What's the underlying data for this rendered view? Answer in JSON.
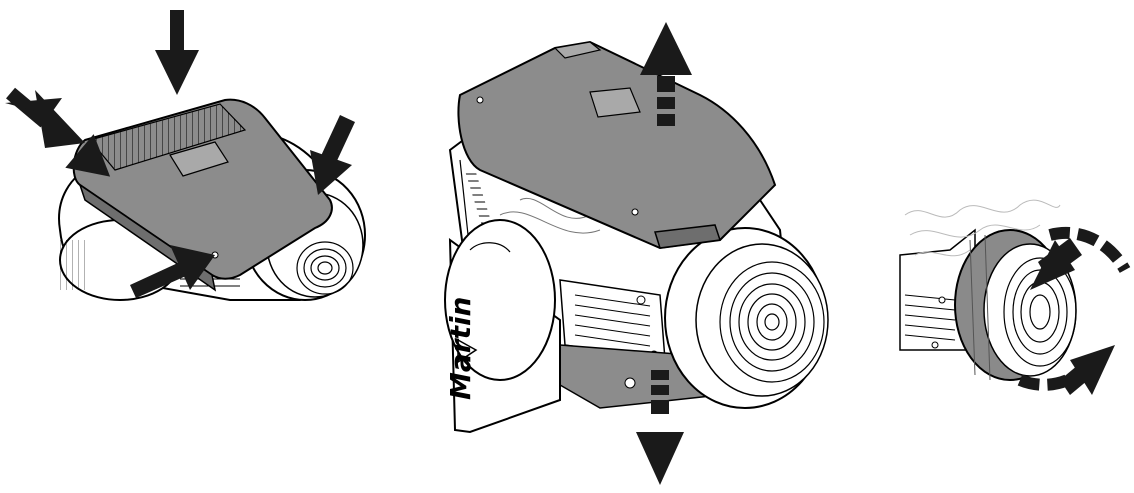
{
  "figure": {
    "panels": [
      {
        "id": "panel-1",
        "description_key": "press-tabs"
      },
      {
        "id": "panel-2",
        "description_key": "lift-cover"
      },
      {
        "id": "panel-3",
        "description_key": "twist-lens"
      }
    ],
    "brand_label": "Martin",
    "colors": {
      "background": "#ffffff",
      "outline": "#000000",
      "cover_fill": "#8c8c8c",
      "cover_dark": "#6e6e6e",
      "cover_light": "#a9a9a9",
      "body_fill": "#ffffff",
      "arrow": "#1a1a1a",
      "lens_ring": "#8a8a8a"
    },
    "icons": {
      "press_arrow": "arrow-press-icon",
      "lift_arrow": "arrow-up-dashed-icon",
      "pull_arrow": "arrow-down-dashed-icon",
      "rotate_arrow": "arrow-rotate-icon"
    }
  }
}
